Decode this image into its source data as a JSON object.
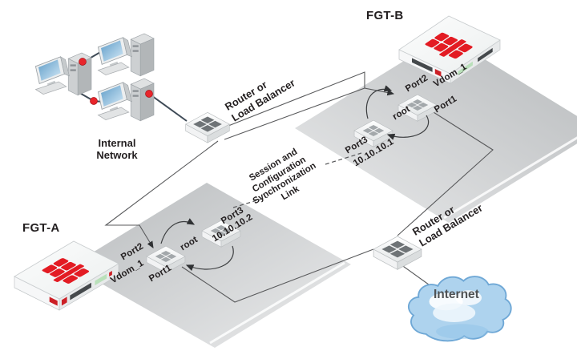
{
  "devices": {
    "fgt_a": {
      "title": "FGT-A",
      "port2": "Port2",
      "vdom_name": "Vdom_1",
      "port1": "Port1",
      "root_name": "root",
      "port3": "Port3",
      "ip": "10.10.10.2"
    },
    "fgt_b": {
      "title": "FGT-B",
      "port2": "Port2",
      "vdom_name": "Vdom_1",
      "port1": "Port1",
      "root_name": "root",
      "port3": "Port3",
      "ip": "10.10.10.1"
    }
  },
  "labels": {
    "internal_network": "Internal\nNetwork",
    "router_top": "Router or\nLoad Balancer",
    "router_bottom": "Router or\nLoad Balancer",
    "sync_link": "Session and\nConfiguration\nSynchronization\nLink",
    "internet": "Internet"
  },
  "icons": {
    "workstation": "workstation-icon",
    "switch": "switch-icon",
    "fortigate": "fortigate-appliance-icon",
    "cloud": "internet-cloud-icon",
    "vdom_box": "virtual-domain-icon"
  },
  "colors": {
    "fortinet-red": "#e31b23",
    "line-gray": "#58595b",
    "label-dark": "#231f20",
    "plane-gray": "#c6c9cb",
    "cloud-fill": "#aed3ee",
    "cloud-outline": "#6fa8d6",
    "dot-red": "#e8252b",
    "cable-dark": "#3f4b57"
  }
}
